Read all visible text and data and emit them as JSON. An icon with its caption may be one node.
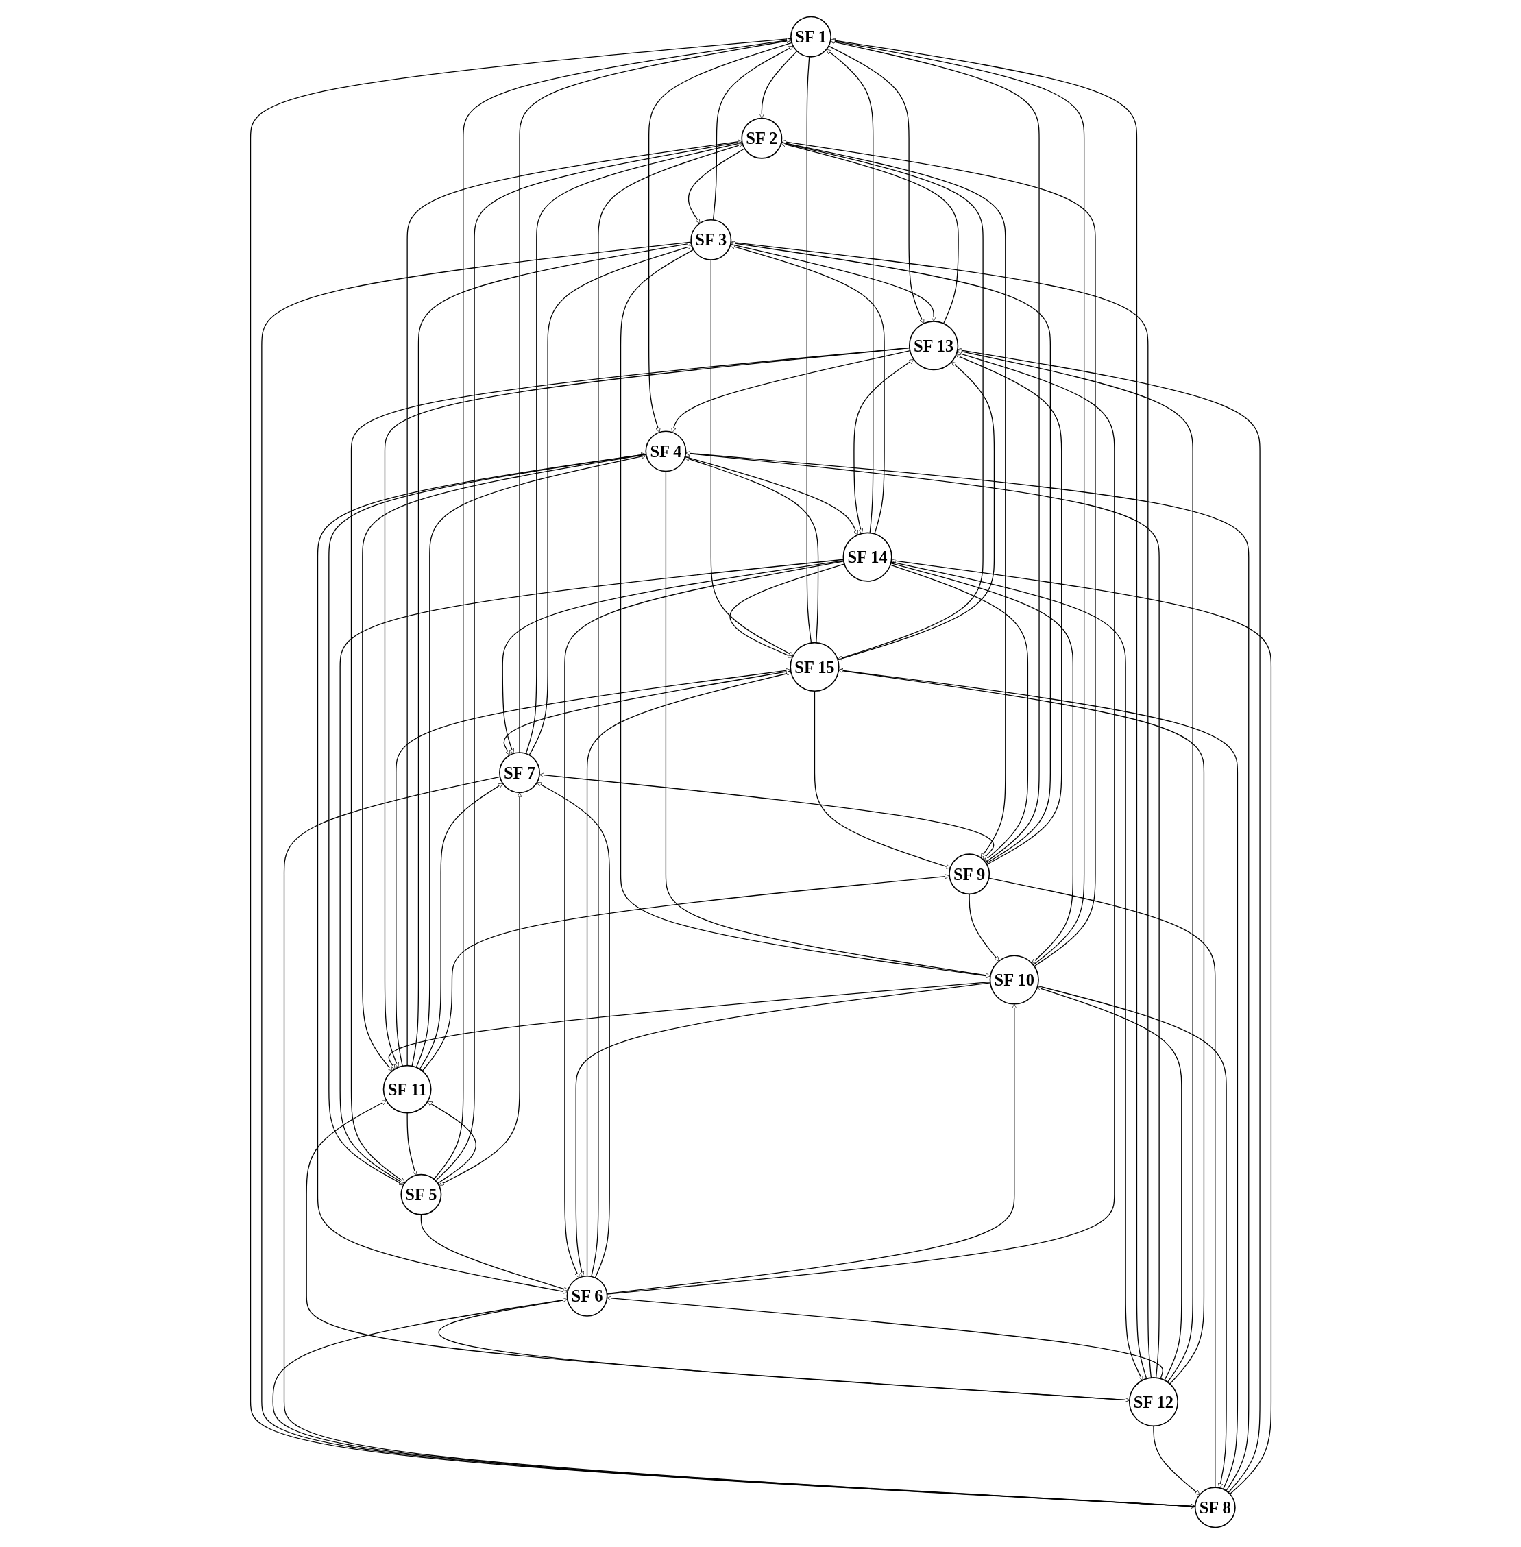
{
  "diagram": {
    "nodes": [
      {
        "text": [
          "SF 1"
        ]
      },
      {
        "text": [
          "SF 2"
        ]
      },
      {
        "text": [
          "SF 3"
        ]
      },
      {
        "text": [
          "SF 4"
        ]
      },
      {
        "text": [
          "SF 5"
        ]
      },
      {
        "text": [
          "SF 6"
        ]
      },
      {
        "text": [
          "SF 7"
        ]
      },
      {
        "text": [
          "SF 8"
        ]
      },
      {
        "text": [
          "SF 9"
        ]
      },
      {
        "text": [
          "SF 10"
        ]
      },
      {
        "text": [
          "SF 11"
        ]
      },
      {
        "text": [
          "SF 12"
        ]
      },
      {
        "text": [
          "SF 13"
        ]
      },
      {
        "text": [
          "SF 14"
        ]
      },
      {
        "text": [
          "SF 15"
        ]
      }
    ],
    "edges": [
      {
        "from": 0,
        "to": 1,
        "arrow": "to"
      },
      {
        "from": 0,
        "to": 7,
        "arrow": "to"
      },
      {
        "from": 8,
        "to": 0,
        "arrow": "to"
      },
      {
        "from": 6,
        "to": 0,
        "arrow": "to"
      },
      {
        "from": 4,
        "to": 0,
        "arrow": "to"
      },
      {
        "from": 11,
        "to": 0,
        "arrow": "to"
      },
      {
        "from": 9,
        "to": 0,
        "arrow": "to"
      },
      {
        "from": 14,
        "to": 0,
        "arrow": "none"
      },
      {
        "from": 13,
        "to": 0,
        "arrow": "to"
      },
      {
        "from": 2,
        "to": 0,
        "arrow": "to"
      },
      {
        "from": 0,
        "to": 3,
        "arrow": "to"
      },
      {
        "from": 0,
        "to": 12,
        "arrow": "to"
      },
      {
        "from": 14,
        "to": 3,
        "arrow": "to"
      },
      {
        "from": 5,
        "to": 14,
        "arrow": "to"
      },
      {
        "from": 14,
        "to": 6,
        "arrow": "to"
      },
      {
        "from": 7,
        "to": 14,
        "arrow": "to"
      },
      {
        "from": 14,
        "to": 8,
        "arrow": "to"
      },
      {
        "from": 10,
        "to": 14,
        "arrow": "to"
      },
      {
        "from": 13,
        "to": 14,
        "arrow": "to"
      },
      {
        "from": 14,
        "to": 1,
        "arrow": "both"
      },
      {
        "from": 1,
        "to": 2,
        "arrow": "to"
      },
      {
        "from": 4,
        "to": 1,
        "arrow": "to"
      },
      {
        "from": 12,
        "to": 1,
        "arrow": "to"
      },
      {
        "from": 10,
        "to": 1,
        "arrow": "to"
      },
      {
        "from": 9,
        "to": 1,
        "arrow": "to"
      },
      {
        "from": 1,
        "to": 8,
        "arrow": "to"
      },
      {
        "from": 6,
        "to": 1,
        "arrow": "to"
      },
      {
        "from": 5,
        "to": 1,
        "arrow": "to"
      },
      {
        "from": 13,
        "to": 2,
        "arrow": "to"
      },
      {
        "from": 2,
        "to": 12,
        "arrow": "to"
      },
      {
        "from": 11,
        "to": 2,
        "arrow": "to"
      },
      {
        "from": 10,
        "to": 2,
        "arrow": "to"
      },
      {
        "from": 2,
        "to": 9,
        "arrow": "to"
      },
      {
        "from": 8,
        "to": 2,
        "arrow": "to"
      },
      {
        "from": 2,
        "to": 7,
        "arrow": "to"
      },
      {
        "from": 6,
        "to": 2,
        "arrow": "to"
      },
      {
        "from": 2,
        "to": 14,
        "arrow": "to"
      },
      {
        "from": 3,
        "to": 13,
        "arrow": "to"
      },
      {
        "from": 11,
        "to": 3,
        "arrow": "to"
      },
      {
        "from": 10,
        "to": 3,
        "arrow": "to"
      },
      {
        "from": 7,
        "to": 3,
        "arrow": "to"
      },
      {
        "from": 3,
        "to": 4,
        "arrow": "both"
      },
      {
        "from": 12,
        "to": 3,
        "arrow": "to"
      },
      {
        "from": 3,
        "to": 5,
        "arrow": "to"
      },
      {
        "from": 3,
        "to": 9,
        "arrow": "to"
      },
      {
        "from": 3,
        "to": 10,
        "arrow": "to"
      },
      {
        "from": 13,
        "to": 4,
        "arrow": "to"
      },
      {
        "from": 12,
        "to": 4,
        "arrow": "to"
      },
      {
        "from": 10,
        "to": 4,
        "arrow": "to"
      },
      {
        "from": 4,
        "to": 10,
        "arrow": "to"
      },
      {
        "from": 4,
        "to": 5,
        "arrow": "to"
      },
      {
        "from": 4,
        "to": 6,
        "arrow": "both"
      },
      {
        "from": 11,
        "to": 5,
        "arrow": "to"
      },
      {
        "from": 5,
        "to": 11,
        "arrow": "to"
      },
      {
        "from": 13,
        "to": 5,
        "arrow": "to"
      },
      {
        "from": 9,
        "to": 5,
        "arrow": "to"
      },
      {
        "from": 5,
        "to": 6,
        "arrow": "to"
      },
      {
        "from": 5,
        "to": 7,
        "arrow": "both"
      },
      {
        "from": 5,
        "to": 9,
        "arrow": "to"
      },
      {
        "from": 5,
        "to": 12,
        "arrow": "to"
      },
      {
        "from": 13,
        "to": 6,
        "arrow": "to"
      },
      {
        "from": 10,
        "to": 6,
        "arrow": "to"
      },
      {
        "from": 6,
        "to": 7,
        "arrow": "none"
      },
      {
        "from": 6,
        "to": 8,
        "arrow": "both"
      },
      {
        "from": 11,
        "to": 7,
        "arrow": "to"
      },
      {
        "from": 7,
        "to": 12,
        "arrow": "to"
      },
      {
        "from": 7,
        "to": 13,
        "arrow": "to"
      },
      {
        "from": 8,
        "to": 7,
        "arrow": "none"
      },
      {
        "from": 9,
        "to": 7,
        "arrow": "to"
      },
      {
        "from": 13,
        "to": 8,
        "arrow": "to"
      },
      {
        "from": 10,
        "to": 8,
        "arrow": "to"
      },
      {
        "from": 8,
        "to": 9,
        "arrow": "to"
      },
      {
        "from": 8,
        "to": 12,
        "arrow": "to"
      },
      {
        "from": 13,
        "to": 9,
        "arrow": "to"
      },
      {
        "from": 11,
        "to": 9,
        "arrow": "to"
      },
      {
        "from": 9,
        "to": 10,
        "arrow": "to"
      },
      {
        "from": 10,
        "to": 11,
        "arrow": "both"
      },
      {
        "from": 12,
        "to": 10,
        "arrow": "to"
      },
      {
        "from": 11,
        "to": 12,
        "arrow": "to"
      },
      {
        "from": 11,
        "to": 14,
        "arrow": "to"
      },
      {
        "from": 13,
        "to": 11,
        "arrow": "to"
      },
      {
        "from": 12,
        "to": 13,
        "arrow": "both"
      },
      {
        "from": 14,
        "to": 12,
        "arrow": "to"
      }
    ]
  }
}
